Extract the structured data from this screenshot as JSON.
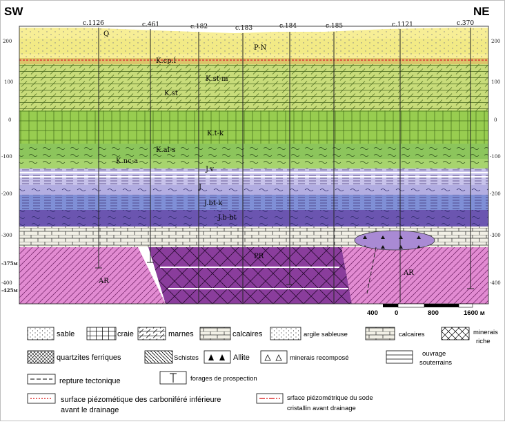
{
  "directions": {
    "left": "SW",
    "right": "NE"
  },
  "wells": [
    "c.1126",
    "c.461",
    "c.182",
    "c.183",
    "c.184",
    "c.185",
    "c.1121",
    "c.370"
  ],
  "elevation_ticks": [
    "200",
    "100",
    "0",
    "-100",
    "-200",
    "-300",
    "-400"
  ],
  "left_markers": [
    "-375м",
    "-425м"
  ],
  "units": {
    "q": "Q",
    "pn": "P-N",
    "kcpl": "K.cp.l",
    "kstm": "K.st-m",
    "kst": "K.st",
    "ktk": "K.t-k",
    "kals": "K.al-s",
    "kncа": "K.nc-a",
    "jv": "J.v",
    "j": "J",
    "jbtk": "J.bt-k",
    "jbt": "J.b-bt",
    "pr": "PR",
    "ar1": "AR",
    "ar2": "AR"
  },
  "scale": {
    "labels": [
      "400",
      "0",
      "800",
      "1600 м"
    ]
  },
  "colors": {
    "quaternary": "#f7ee96",
    "pn": "#efe87a",
    "marl": "#c8dc7a",
    "chalk": "#98cd50",
    "green2": "#8cc55c",
    "jurassic_light": "#b3aee2",
    "jurassic_blue": "#7f8fd6",
    "jurassic_dark": "#6b55b0",
    "limestone": "#f2f0e6",
    "proterozoic": "#8a3d9c",
    "archean": "#e28bd2"
  },
  "legend": {
    "sable": "sable",
    "craie": "craie",
    "marnes": "marnes",
    "calcaires1": "calcaires",
    "argile": "argile sableuse",
    "calcaires2": "calcaires",
    "minerais1": "minerais",
    "minerais2": "riche",
    "quartzites": "quartzites ferriques",
    "schistes": "Schistes",
    "allite": "Allite",
    "recompose": "minerais recomposé",
    "ouvrage1": "ouvrage",
    "ouvrage2": "souterrains",
    "repture": "repture tectonique",
    "forages": "forages de prospection",
    "surf1a": "surface piézométique des carboniféré inférieure",
    "surf1b": "avant le drainage",
    "surf2a": "srface piézométrique du sode",
    "surf2b": "cristallin avant drainage"
  }
}
